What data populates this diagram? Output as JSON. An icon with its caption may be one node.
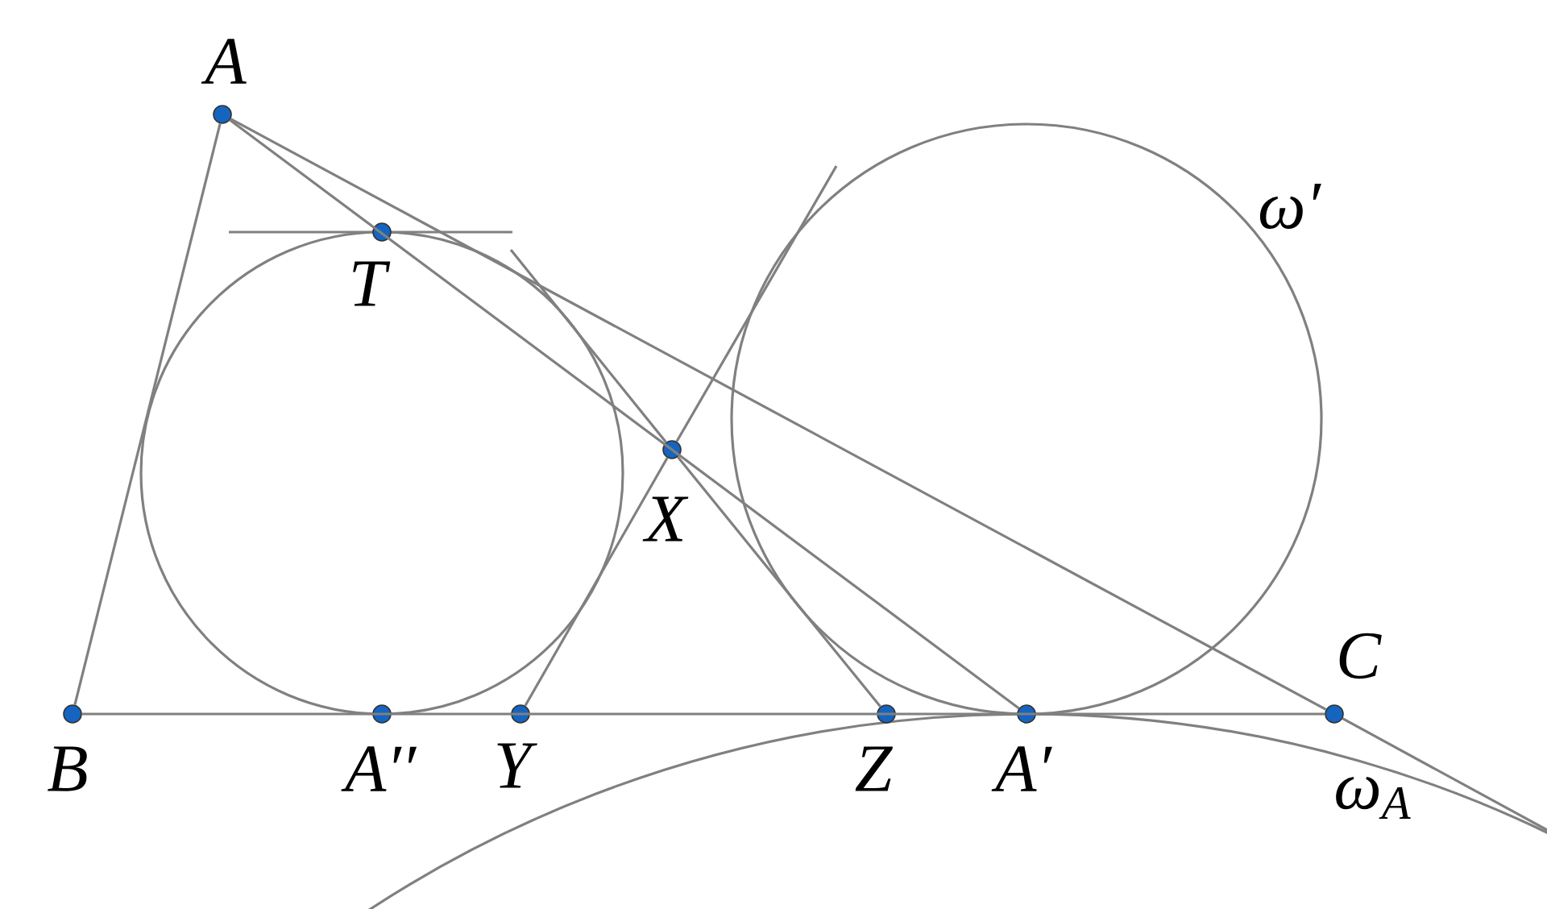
{
  "diagram": {
    "nodes": [
      {
        "text": [],
        "shape": "circle",
        "beside": [
          "A"
        ]
      },
      {
        "text": [],
        "shape": "circle",
        "beside": [
          "T"
        ]
      },
      {
        "text": [],
        "shape": "circle",
        "beside": [
          "X"
        ]
      },
      {
        "text": [],
        "shape": "circle",
        "beside": [
          "B"
        ]
      },
      {
        "text": [],
        "shape": "circle",
        "beside": [
          "A′′"
        ]
      },
      {
        "text": [],
        "shape": "circle",
        "beside": [
          "Y"
        ]
      },
      {
        "text": [],
        "shape": "circle",
        "beside": [
          "Z"
        ]
      },
      {
        "text": [],
        "shape": "circle",
        "beside": [
          "A′"
        ]
      },
      {
        "text": [],
        "shape": "circle",
        "beside": [
          "C"
        ]
      }
    ],
    "edges": [
      {
        "from": 0,
        "to": 3,
        "arrow": "none"
      },
      {
        "from": 3,
        "to": 8,
        "arrow": "none"
      },
      {
        "from": 0,
        "to": 8,
        "arrow": "none"
      },
      {
        "from": 0,
        "to": 7,
        "arrow": "none"
      },
      {
        "from": 5,
        "to": 2,
        "arrow": "none"
      },
      {
        "from": 6,
        "to": 2,
        "arrow": "none"
      },
      {
        "from": 8,
        "to": null,
        "arrow": "none"
      },
      {
        "from": 2,
        "to": null,
        "arrow": "none"
      },
      {
        "from": 2,
        "to": null,
        "arrow": "none"
      }
    ],
    "labels": [
      "ω′",
      "ω$_{A}$"
    ]
  }
}
